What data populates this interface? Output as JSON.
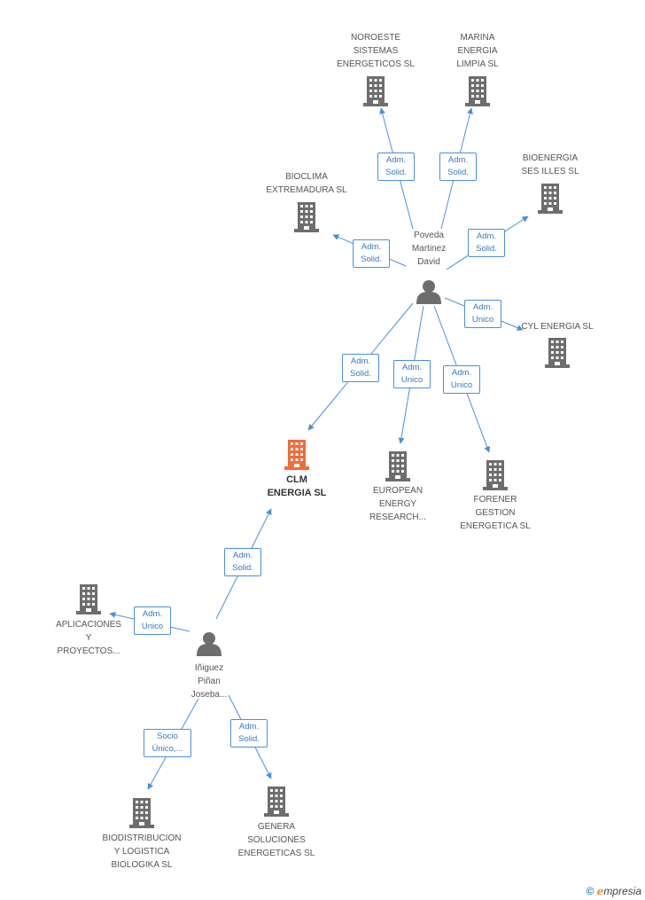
{
  "colors": {
    "edge": "#4a90d9",
    "building": "#6d6d6d",
    "highlight": "#f26b3a",
    "person": "#6d6d6d"
  },
  "nodes": {
    "noroeste": "NOROESTE\nSISTEMAS\nENERGETICOS SL",
    "marina": "MARINA\nENERGIA\nLIMPIA SL",
    "bioclima": "BIOCLIMA\nEXTREMADURA SL",
    "bioenergia": "BIOENERGIA\nSES ILLES SL",
    "poveda": "Poveda\nMartinez\nDavid",
    "cyl": "CYL ENERGIA SL",
    "clm": "CLM\nENERGIA SL",
    "european": "EUROPEAN\nENERGY\nRESEARCH...",
    "forener": "FORENER\nGESTION\nENERGETICA SL",
    "aplicaciones": "APLICACIONES\nY\nPROYECTOS...",
    "iniguez": "Iñiguez\nPiñan\nJoseba...",
    "biodistribucion": "BIODISTRIBUCION\nY LOGISTICA\nBIOLOGIKA  SL",
    "genera": "GENERA\nSOLUCIONES\nENERGETICAS SL"
  },
  "edges": {
    "poveda_noroeste": "Adm.\nSolid.",
    "poveda_marina": "Adm.\nSolid.",
    "poveda_bioclima": "Adm.\nSolid.",
    "poveda_bioenergia": "Adm.\nSolid.",
    "poveda_cyl": "Adm.\nUnico",
    "poveda_clm": "Adm.\nSolid.",
    "poveda_european": "Adm.\nUnico",
    "poveda_forener": "Adm.\nUnico",
    "iniguez_clm": "Adm.\nSolid.",
    "iniguez_aplicaciones": "Adm.\nUnico",
    "iniguez_biodistribucion": "Socio\nÚnico,...",
    "iniguez_genera": "Adm.\nSolid."
  },
  "footer": {
    "copyright": "©",
    "brand_e": "ℯ",
    "brand_rest": "mpresia"
  }
}
